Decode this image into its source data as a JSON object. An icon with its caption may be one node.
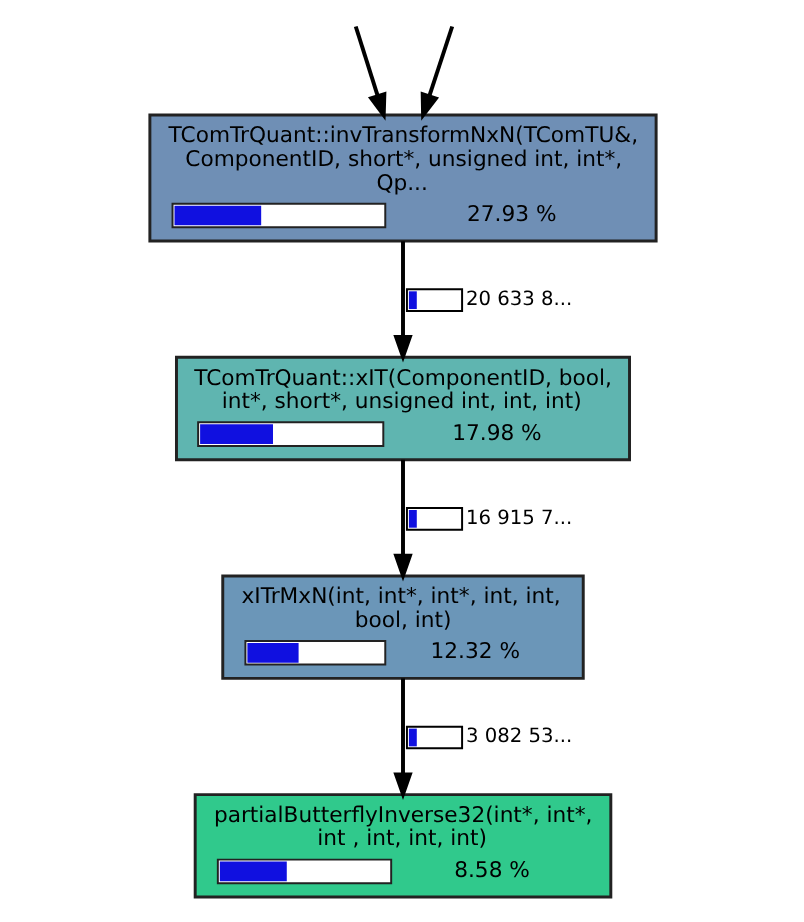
{
  "diagram": {
    "nodes": [
      {
        "text": [
          "TComTrQuant::invTransformNxN(TComTU&, ComponentID, short*, unsigned int, int*, Qp...",
          "27.93 %"
        ]
      },
      {
        "text": [
          "TComTrQuant::xIT(ComponentID, bool, int*, short*, unsigned int, int, int)",
          "17.98 %"
        ]
      },
      {
        "text": [
          "xITrMxN(int, int*, int*, int, int, bool, int)",
          "12.32 %"
        ]
      },
      {
        "text": [
          "partialButterflyInverse32(int*, int*, int , int, int, int)",
          "8.58 %"
        ]
      }
    ],
    "edges": [
      {
        "from": null,
        "to": 0,
        "arrow": "to"
      },
      {
        "from": null,
        "to": 0,
        "arrow": "to"
      },
      {
        "from": 0,
        "to": 1,
        "arrow": "to",
        "label": "20 633 8..."
      },
      {
        "from": 1,
        "to": 2,
        "arrow": "to",
        "label": "16 915 7..."
      },
      {
        "from": 2,
        "to": 3,
        "arrow": "to",
        "label": "3 082 53..."
      }
    ]
  }
}
